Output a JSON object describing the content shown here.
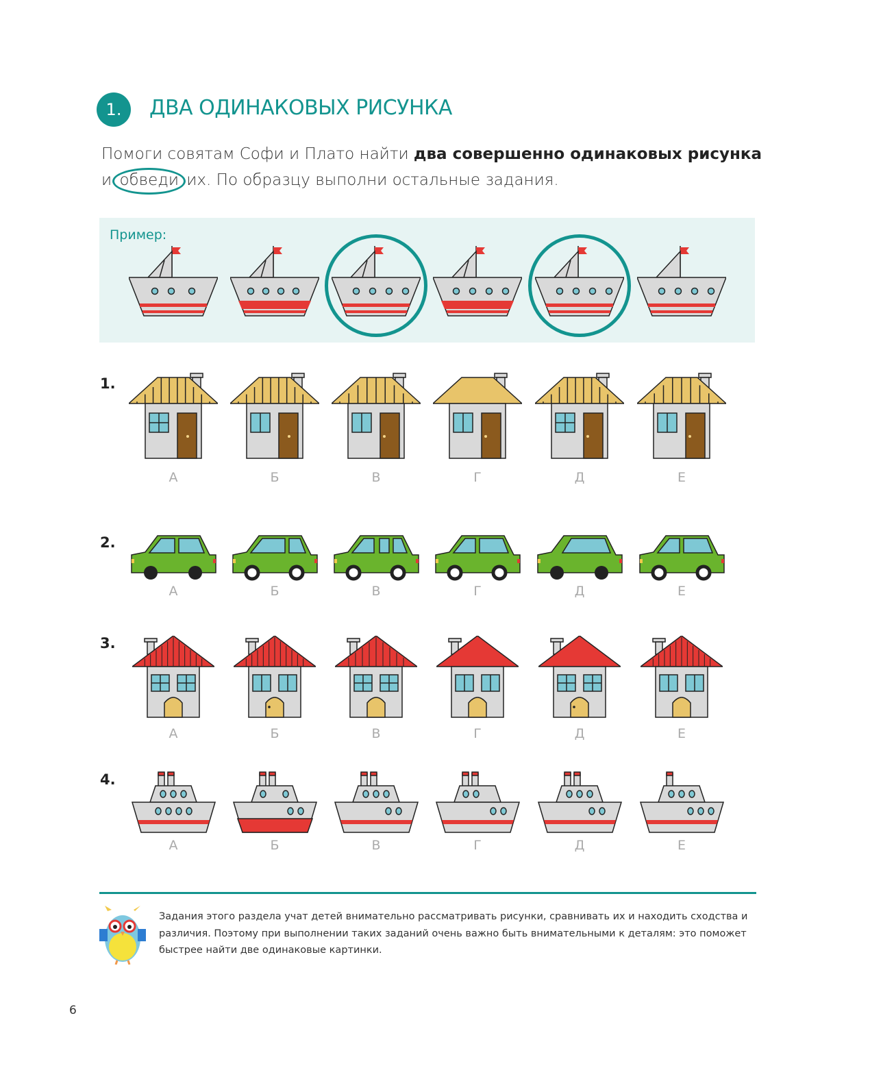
{
  "header": {
    "number": "1.",
    "title": "ДВА ОДИНАКОВЫХ РИСУНКА"
  },
  "instruction": {
    "line1_plain": "Помоги совятам Софи и Плато найти ",
    "line1_bold": "два совершенно одинаковых рисунка",
    "line2_start": "и ",
    "line2_circled": "обведи",
    "line2_end": " их. По образцу выполни остальные задания."
  },
  "example": {
    "label": "Пример:",
    "circled_items": [
      2,
      4
    ]
  },
  "rows": [
    {
      "number": "1."
    },
    {
      "number": "2."
    },
    {
      "number": "3."
    },
    {
      "number": "4."
    }
  ],
  "letters": [
    "А",
    "Б",
    "В",
    "Г",
    "Д",
    "Е"
  ],
  "note": "Задания этого раздела учат детей внимательно рассматривать рисунки, сравнивать их и находить сходства и различия. Поэтому при выполнении таких заданий очень важно быть внимательными к деталям: это поможет быстрее найти две одинаковые картинки.",
  "page_number": "6",
  "colors": {
    "accent": "#13948f",
    "red": "#e53935",
    "gray": "#d9d9d9",
    "blue": "#7ec8d4",
    "green": "#6ab42d",
    "yellow": "#e8c46a",
    "brown": "#8b5a1e"
  }
}
